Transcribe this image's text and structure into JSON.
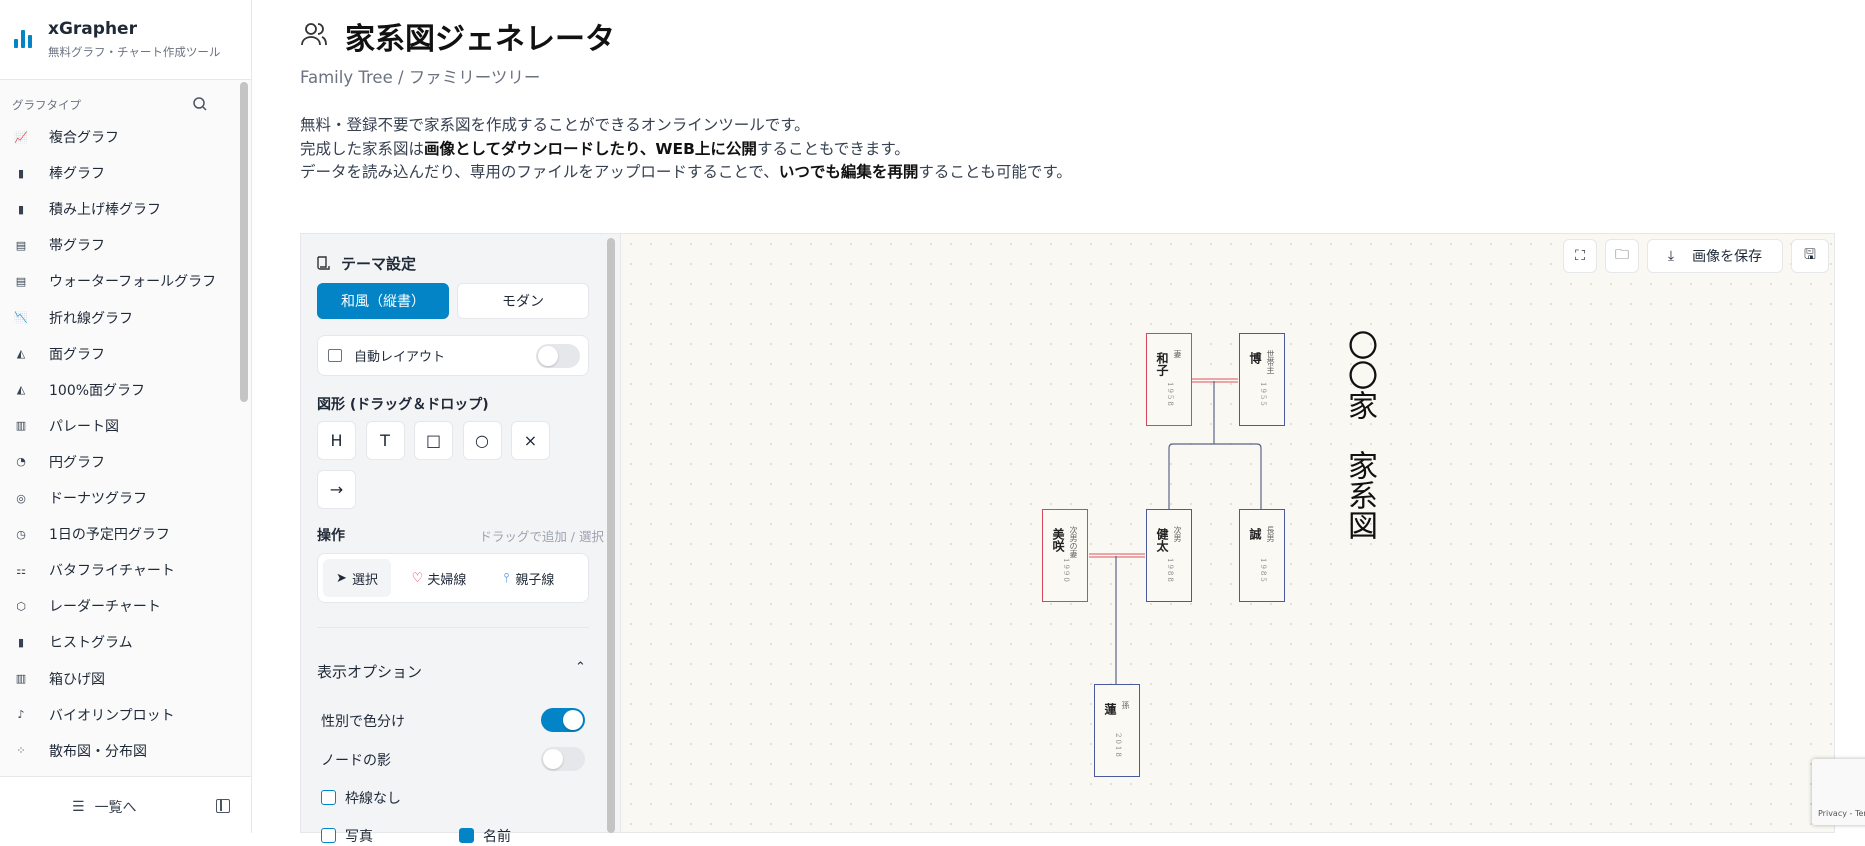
{
  "app": {
    "name": "xGrapher",
    "tagline": "無料グラフ・チャート作成ツール",
    "brand_color": "#0284c7"
  },
  "sidebar": {
    "category_label": "グラフタイプ",
    "items": [
      {
        "label": "複合グラフ",
        "icon": "combo-chart-icon"
      },
      {
        "label": "棒グラフ",
        "icon": "bar-chart-icon"
      },
      {
        "label": "積み上げ棒グラフ",
        "icon": "stacked-bar-icon"
      },
      {
        "label": "帯グラフ",
        "icon": "band-chart-icon"
      },
      {
        "label": "ウォーターフォールグラフ",
        "icon": "waterfall-icon"
      },
      {
        "label": "折れ線グラフ",
        "icon": "line-chart-icon"
      },
      {
        "label": "面グラフ",
        "icon": "area-chart-icon"
      },
      {
        "label": "100%面グラフ",
        "icon": "area-100-icon"
      },
      {
        "label": "パレート図",
        "icon": "pareto-icon"
      },
      {
        "label": "円グラフ",
        "icon": "pie-chart-icon"
      },
      {
        "label": "ドーナツグラフ",
        "icon": "donut-icon"
      },
      {
        "label": "1日の予定円グラフ",
        "icon": "clock-icon"
      },
      {
        "label": "バタフライチャート",
        "icon": "butterfly-icon"
      },
      {
        "label": "レーダーチャート",
        "icon": "radar-icon"
      },
      {
        "label": "ヒストグラム",
        "icon": "histogram-icon"
      },
      {
        "label": "箱ひげ図",
        "icon": "boxplot-icon"
      },
      {
        "label": "バイオリンプロット",
        "icon": "violin-icon"
      },
      {
        "label": "散布図・分布図",
        "icon": "scatter-icon"
      }
    ],
    "footer_label": "一覧へ"
  },
  "header": {
    "title": "家系図ジェネレータ",
    "subtitle": "Family Tree / ファミリーツリー",
    "desc": [
      {
        "parts": [
          {
            "t": "無料・登録不要で家系図を作成することができるオンラインツールです。",
            "b": false
          }
        ]
      },
      {
        "parts": [
          {
            "t": "完成した家系図は",
            "b": false
          },
          {
            "t": "画像としてダウンロードしたり、WEB上に公開",
            "b": true
          },
          {
            "t": "することもできます。",
            "b": false
          }
        ]
      },
      {
        "parts": [
          {
            "t": "データを読み込んだり、専用のファイルをアップロードすることで、",
            "b": false
          },
          {
            "t": "いつでも編集を再開",
            "b": true
          },
          {
            "t": "することも可能です。",
            "b": false
          }
        ]
      }
    ]
  },
  "panel": {
    "theme_title": "テーマ設定",
    "theme_options": [
      "和風（縦書）",
      "モダン"
    ],
    "theme_selected": 0,
    "auto_layout": {
      "label": "自動レイアウト",
      "on": false
    },
    "shapes_title": "図形 (ドラッグ＆ドロップ)",
    "shapes": [
      "H",
      "T",
      "□",
      "○",
      "×",
      "→"
    ],
    "ops_title": "操作",
    "ops_hint": "ドラッグで追加 / 選択",
    "ops": [
      {
        "label": "選択",
        "icon": "cursor-icon"
      },
      {
        "label": "夫婦線",
        "icon": "heart-icon"
      },
      {
        "label": "親子線",
        "icon": "parent-child-line-icon"
      }
    ],
    "display_title": "表示オプション",
    "gender_color": {
      "label": "性別で色分け",
      "on": true
    },
    "node_shadow": {
      "label": "ノードの影",
      "on": false
    },
    "no_border": {
      "label": "枠線なし",
      "checked": false
    },
    "photo": {
      "label": "写真",
      "checked": false
    },
    "name": {
      "label": "名前",
      "checked": true
    }
  },
  "toolbar": {
    "save_image": "画像を保存"
  },
  "tree": {
    "title": "〇〇家　家系図",
    "female_color": "#d4485f",
    "male_color": "#4a5a9c",
    "people": [
      {
        "name": "和子",
        "role": "妻",
        "year": "1958",
        "gender": "f"
      },
      {
        "name": "博",
        "role": "世帯主",
        "year": "1955",
        "gender": "m"
      },
      {
        "name": "美咲",
        "role": "次男の妻",
        "year": "1990",
        "gender": "f"
      },
      {
        "name": "健太",
        "role": "次男",
        "year": "1988",
        "gender": "m"
      },
      {
        "name": "誠",
        "role": "長男",
        "year": "1985",
        "gender": "m"
      },
      {
        "name": "蓮",
        "role": "孫",
        "year": "2018",
        "gender": "m"
      }
    ]
  },
  "captcha": {
    "text": "Privacy - Terms"
  }
}
